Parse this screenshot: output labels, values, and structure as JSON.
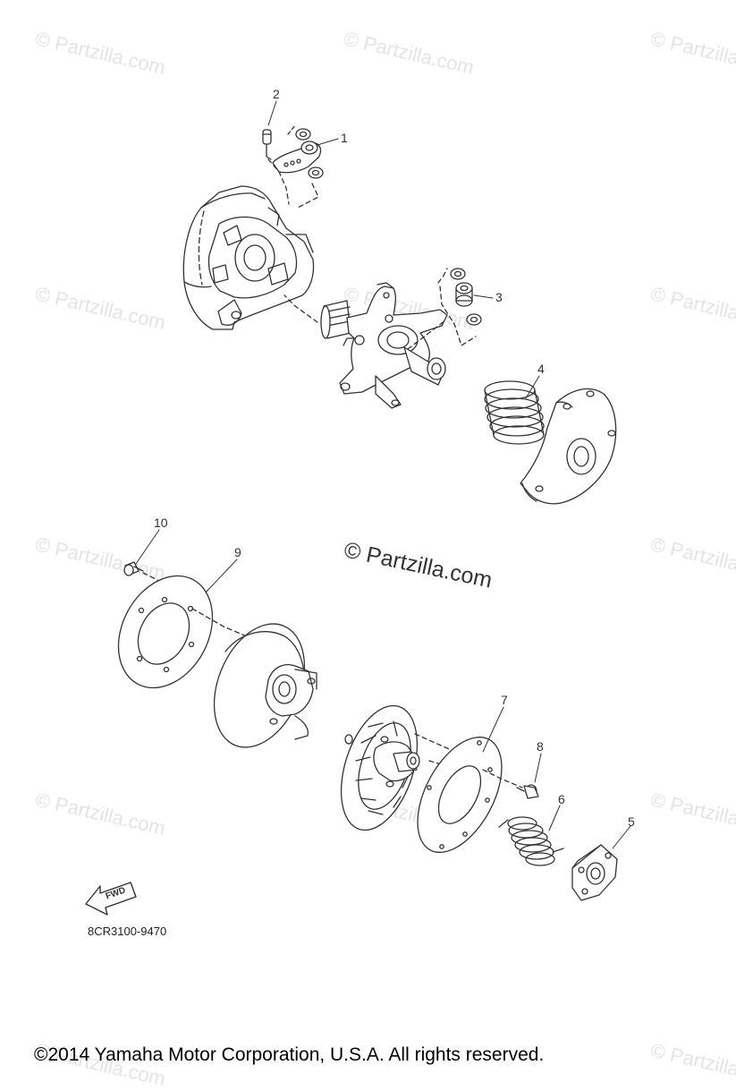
{
  "watermark": {
    "small_text": "© Partzilla.com",
    "center_text": "© Partzilla.com"
  },
  "callouts": [
    "1",
    "2",
    "3",
    "4",
    "5",
    "6",
    "7",
    "8",
    "9",
    "10"
  ],
  "arrow_label": "FWD",
  "part_code": "8CR3100-9470",
  "copyright": "©2014 Yamaha Motor Corporation, U.S.A. All rights reserved."
}
